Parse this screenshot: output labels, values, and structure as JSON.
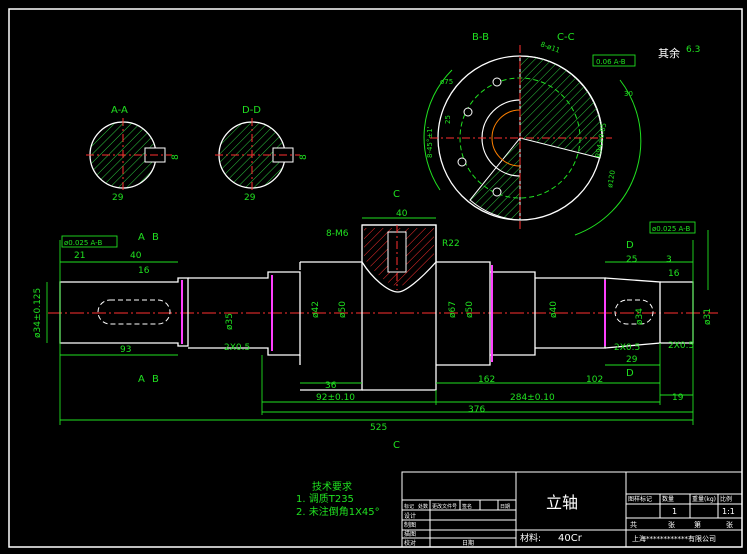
{
  "views": {
    "aa": "A-A",
    "dd": "D-D",
    "bb": "B-B",
    "cc": "C-C"
  },
  "roughness_note": {
    "label": "其余",
    "value": "6.3"
  },
  "section_marks": {
    "a": "A",
    "b": "B",
    "c": "C",
    "d": "D"
  },
  "dims": {
    "d_21": "21",
    "d_40a": "40",
    "d_16a": "16",
    "d_93": "93",
    "d_2x05a": "2X0.5",
    "d_phi34": "ø34±0.125",
    "d_phi35": "ø35",
    "d_phi42": "ø42",
    "d_phi50a": "ø50",
    "d_phi67": "ø67",
    "d_phi50b": "ø50",
    "d_phi40": "ø40",
    "d_phi34b": "ø34",
    "d_phi31": "ø31",
    "d_40top": "40",
    "d_8m6": "8-M6",
    "d_r22": "R22",
    "d_36": "36",
    "d_162": "162",
    "d_102": "102",
    "d_92": "92±0.10",
    "d_284": "284±0.10",
    "d_376": "376",
    "d_525": "525",
    "d_19": "19",
    "d_25": "25",
    "d_3": "3",
    "d_16b": "16",
    "d_2x05b": "2X0.5",
    "d_2x05c": "2X0.5",
    "d_29": "29",
    "d_aa_w": "29",
    "d_dd_w": "29",
    "d_aa_h": "8",
    "d_dd_h": "8",
    "tol_left": "ø0.025 A-B",
    "tol_right": "ø0.025 A-B",
    "tol_top": "0.06 A-B",
    "cc_8phi": "8-ø11",
    "cc_8_45": "8-45°±1'",
    "cc_phi75": "ø75",
    "cc_phi120": "ø120",
    "cc_r": "R94±0.05",
    "cc_30": "30",
    "cc_25": "25"
  },
  "tech": {
    "title": "技术要求",
    "items": [
      "1. 调质T235",
      "2. 未注倒角1X45°"
    ]
  },
  "title_block": {
    "part_name": "立轴",
    "material_label": "材料:",
    "material": "40Cr",
    "company": "上海************有限公司",
    "hdr_mark": "图样标记",
    "hdr_qty": "数量",
    "hdr_weight": "重量(kg)",
    "hdr_scale": "比例",
    "qty": "1",
    "scale": "1:1",
    "total_label": "共",
    "sheet_label": "张",
    "page_label": "第",
    "page_suffix": "张",
    "rev_headers": [
      "标记",
      "处数",
      "更改文件号",
      "签名",
      "日期"
    ],
    "row_design": "设计",
    "row_draw": "制图",
    "row_desc": "描图",
    "row_check": "校对",
    "row_date": "日期"
  }
}
